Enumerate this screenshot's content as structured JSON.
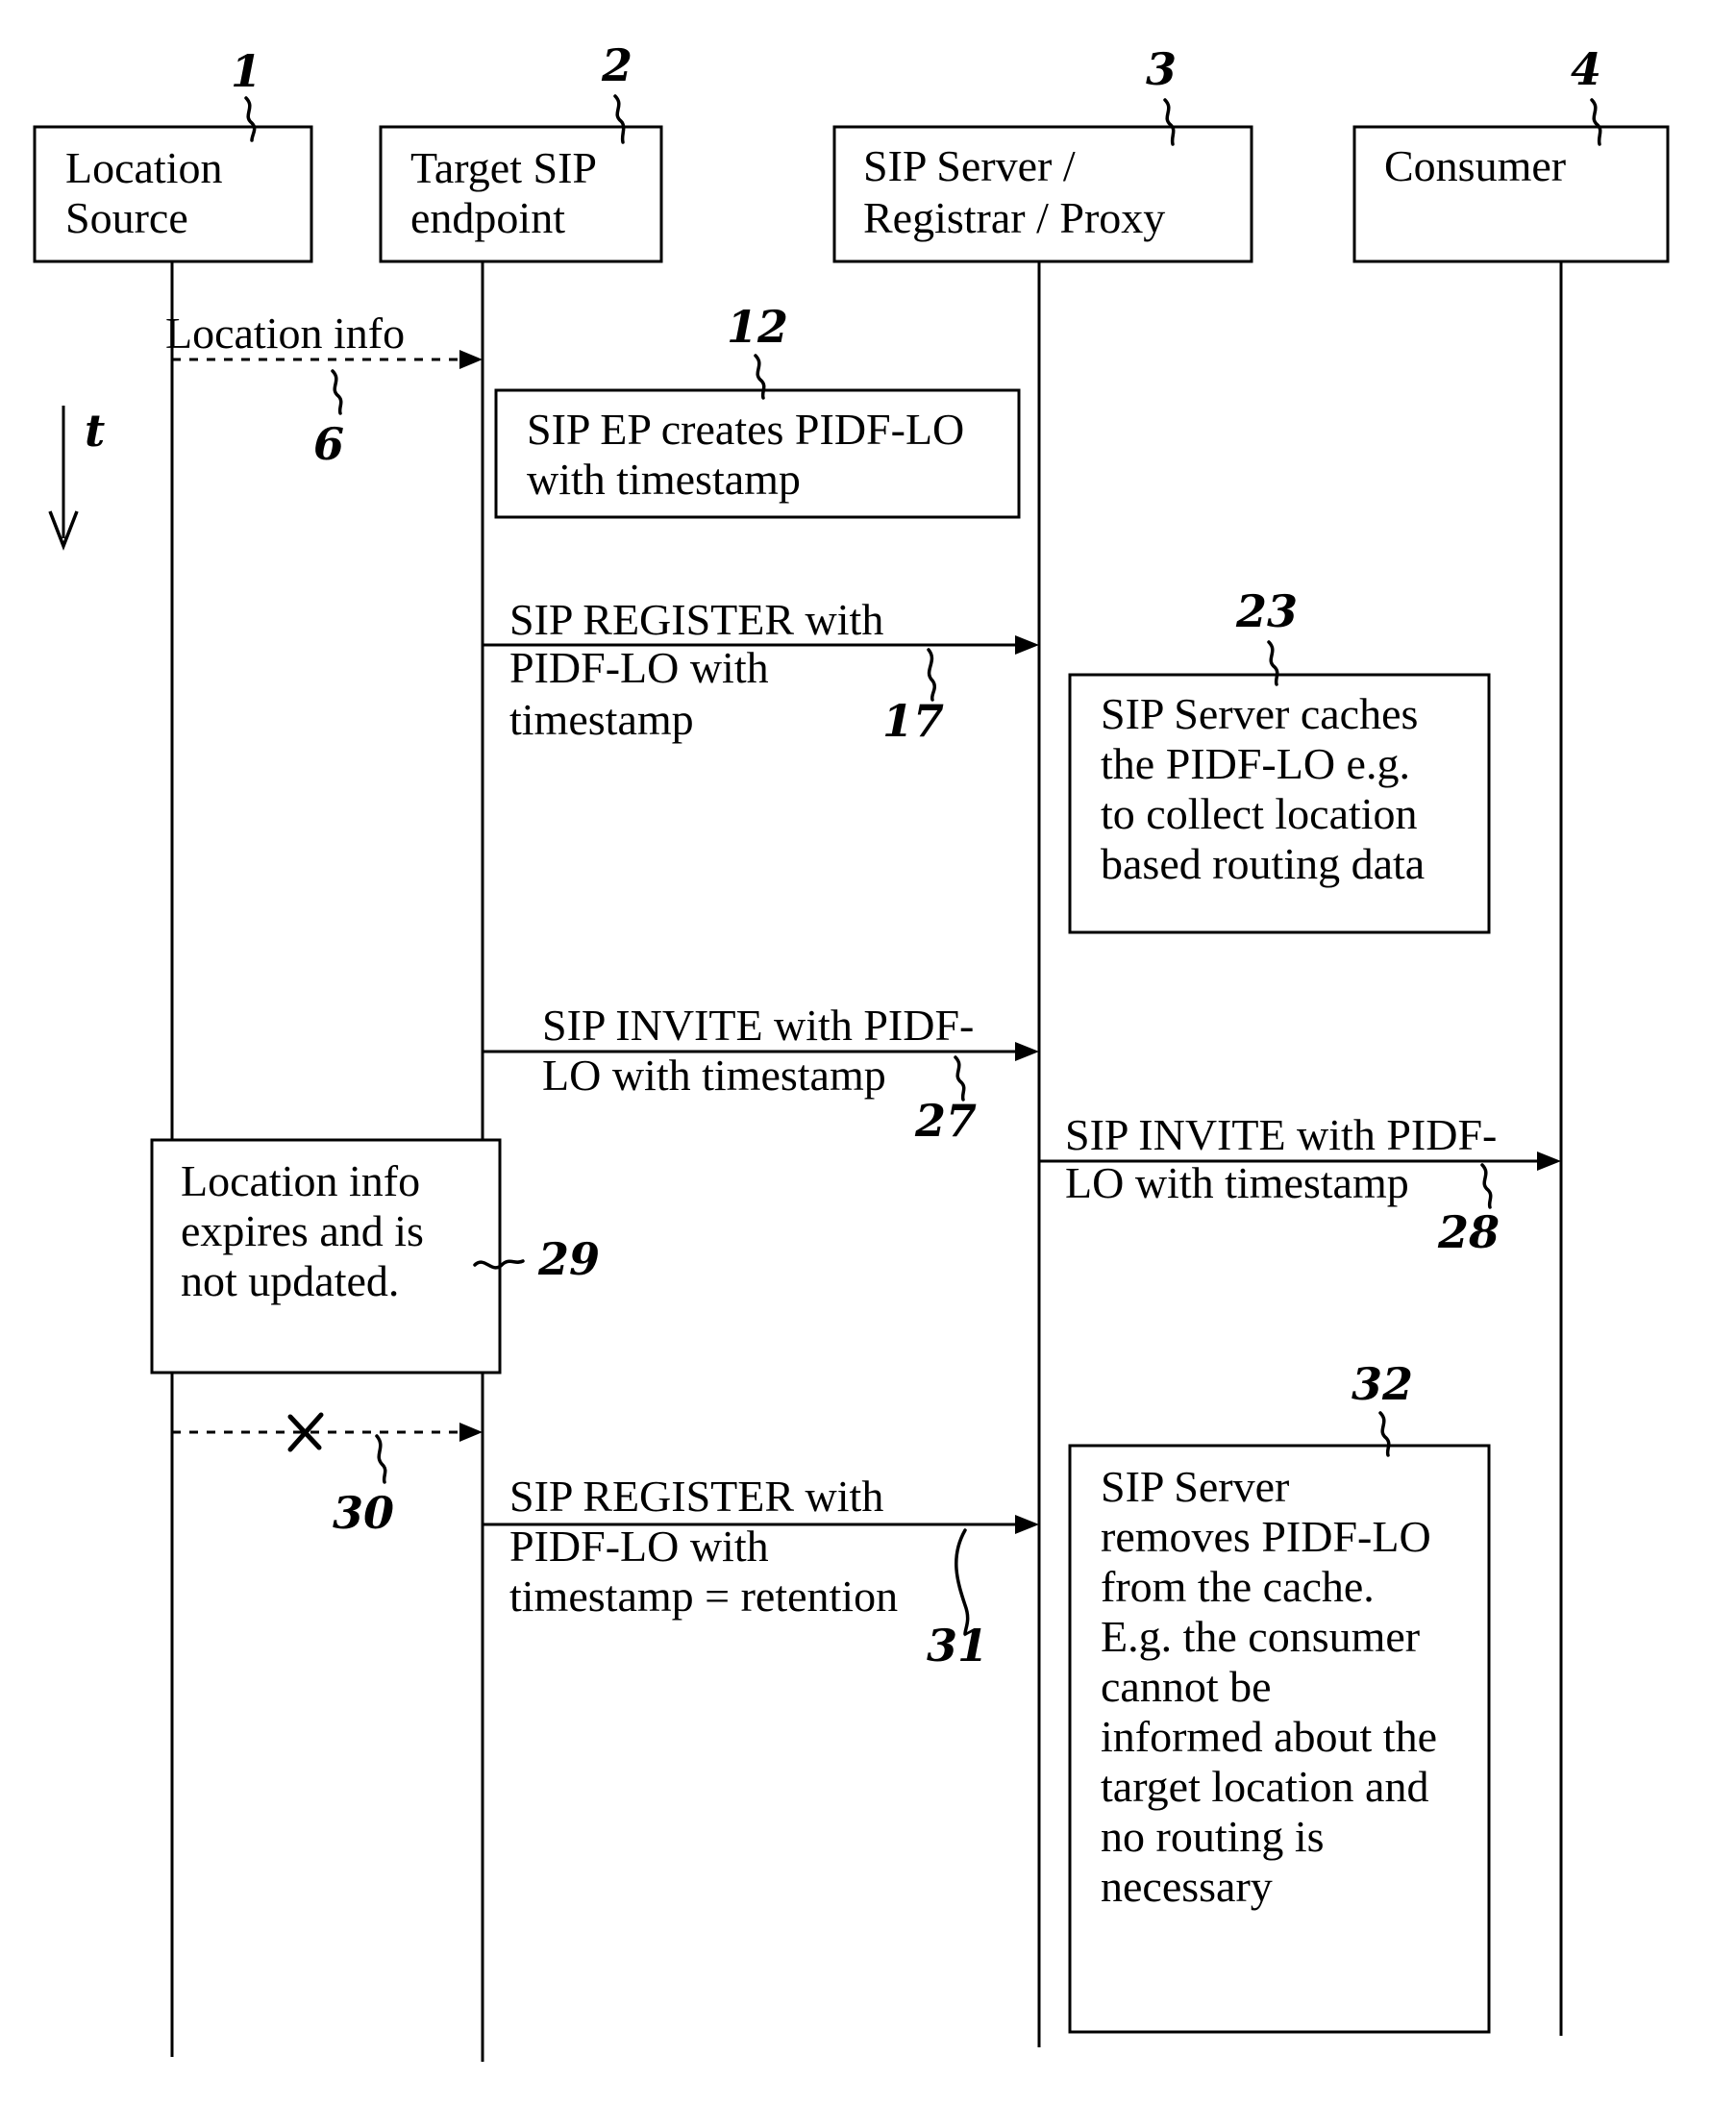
{
  "participants": [
    {
      "id": "location-source",
      "lines": [
        "Location",
        "Source"
      ],
      "ref": "1"
    },
    {
      "id": "target-sip-endpoint",
      "lines": [
        "Target SIP",
        "endpoint"
      ],
      "ref": "2"
    },
    {
      "id": "sip-server",
      "lines": [
        "SIP Server /",
        "Registrar / Proxy"
      ],
      "ref": "3"
    },
    {
      "id": "consumer",
      "lines": [
        "Consumer"
      ],
      "ref": "4"
    }
  ],
  "time_axis": {
    "label": "t"
  },
  "messages": [
    {
      "id": "location-info",
      "lines": [
        "Location info"
      ],
      "ref": "6",
      "from": "location-source",
      "to": "target-sip-endpoint",
      "style": "dashed"
    },
    {
      "id": "register-1",
      "lines": [
        "SIP REGISTER with",
        "PIDF-LO with",
        "timestamp"
      ],
      "ref": "17",
      "from": "target-sip-endpoint",
      "to": "sip-server",
      "style": "solid"
    },
    {
      "id": "invite-1",
      "lines": [
        "SIP INVITE with PIDF-",
        "LO with timestamp"
      ],
      "ref": "27",
      "from": "target-sip-endpoint",
      "to": "sip-server",
      "style": "solid"
    },
    {
      "id": "invite-2",
      "lines": [
        "SIP INVITE with PIDF-",
        "LO with timestamp"
      ],
      "ref": "28",
      "from": "sip-server",
      "to": "consumer",
      "style": "solid"
    },
    {
      "id": "blocked-location",
      "lines": [],
      "ref": "30",
      "from": "location-source",
      "to": "target-sip-endpoint",
      "style": "dashed-crossed"
    },
    {
      "id": "register-2",
      "lines": [
        "SIP REGISTER with",
        "PIDF-LO with",
        "timestamp = retention"
      ],
      "ref": "31",
      "from": "target-sip-endpoint",
      "to": "sip-server",
      "style": "solid"
    }
  ],
  "notes": [
    {
      "id": "create-pidf",
      "lines": [
        "SIP EP creates PIDF-LO",
        "with timestamp"
      ],
      "ref": "12"
    },
    {
      "id": "cache",
      "lines": [
        "SIP Server caches",
        "the PIDF-LO e.g.",
        "to collect location",
        "based routing data"
      ],
      "ref": "23"
    },
    {
      "id": "expires",
      "lines": [
        "Location info",
        "expires and is",
        "not updated."
      ],
      "ref": "29"
    },
    {
      "id": "remove",
      "lines": [
        "SIP Server",
        "removes PIDF-LO",
        "from the cache.",
        "E.g. the consumer",
        "cannot be",
        "informed about the",
        "target location and",
        "no routing is",
        "necessary"
      ],
      "ref": "32"
    }
  ]
}
